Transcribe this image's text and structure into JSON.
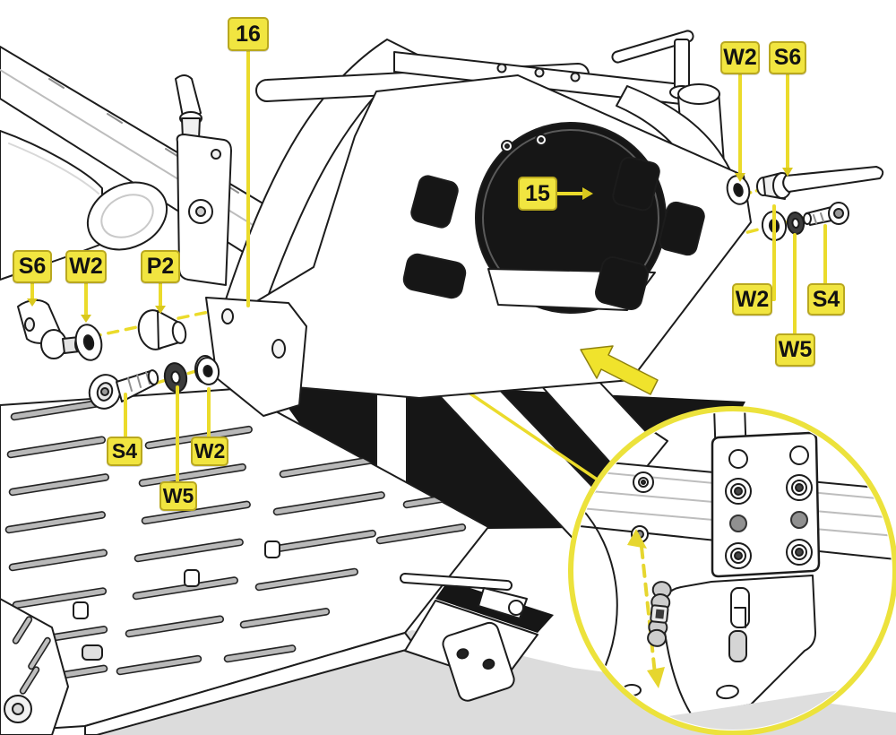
{
  "diagram": {
    "kind": "assembly-instruction-illustration",
    "detail_view": "magnified-circle-bottom-right"
  },
  "colors": {
    "background": "#ffffff",
    "line_art": "#1c1c1c",
    "dark_void": "#161616",
    "callout_fill": "#F1E540",
    "callout_border": "#B9A81F",
    "callout_text": "#121212",
    "annotation_yellow": "#EBDB2B",
    "detail_ring_yellow": "#ECE23C",
    "direction_arrow_yellow": "#F0E32C"
  },
  "callouts": [
    {
      "id": "part-16",
      "label": "16"
    },
    {
      "id": "w2-top-right",
      "label": "W2"
    },
    {
      "id": "s6-top-right",
      "label": "S6"
    },
    {
      "id": "part-15",
      "label": "15"
    },
    {
      "id": "s6-left",
      "label": "S6"
    },
    {
      "id": "w2-left",
      "label": "W2"
    },
    {
      "id": "p2-left",
      "label": "P2"
    },
    {
      "id": "w2-right",
      "label": "W2"
    },
    {
      "id": "s4-right",
      "label": "S4"
    },
    {
      "id": "w5-right",
      "label": "W5"
    },
    {
      "id": "s4-bottom-left",
      "label": "S4"
    },
    {
      "id": "w2-bottom-left",
      "label": "W2"
    },
    {
      "id": "w5-bottom-left",
      "label": "W5"
    }
  ]
}
